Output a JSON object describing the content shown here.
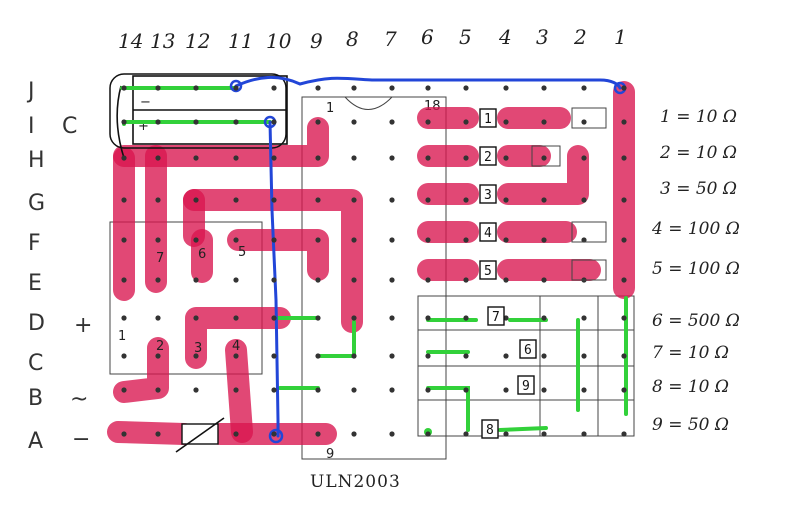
{
  "diagram": {
    "column_labels": [
      "14",
      "13",
      "12",
      "11",
      "10",
      "9",
      "8",
      "7",
      "6",
      "5",
      "4",
      "3",
      "2",
      "1"
    ],
    "row_labels": [
      "J",
      "I",
      "H",
      "G",
      "F",
      "E",
      "D",
      "C",
      "B",
      "A"
    ],
    "row_I_marker": "C",
    "row_D_marker": "+",
    "row_B_marker": "~",
    "row_A_marker": "−",
    "chip_label": "ULN2003",
    "chip_pin_first": "1",
    "chip_pin_last": "9",
    "chip_pin_top_right": "18",
    "capacitor_minus": "−",
    "capacitor_plus": "+",
    "bridge_pin_numbers": [
      "1",
      "2",
      "3",
      "4",
      "5",
      "6",
      "7"
    ],
    "resistor_boxes": [
      "1",
      "2",
      "3",
      "4",
      "5",
      "6",
      "7",
      "8",
      "9"
    ],
    "resistor_legend": [
      "1 = 10 Ω",
      "2 = 10 Ω",
      "3 = 50 Ω",
      "4 = 100 Ω",
      "5 = 100 Ω",
      "6 = 500 Ω",
      "7 = 10 Ω",
      "8 = 10 Ω",
      "9 = 50 Ω"
    ],
    "colors": {
      "copper_track": "#d8144e",
      "jumper_green": "#32d13a",
      "jumper_blue": "#2246d8",
      "ink": "#111111"
    }
  }
}
